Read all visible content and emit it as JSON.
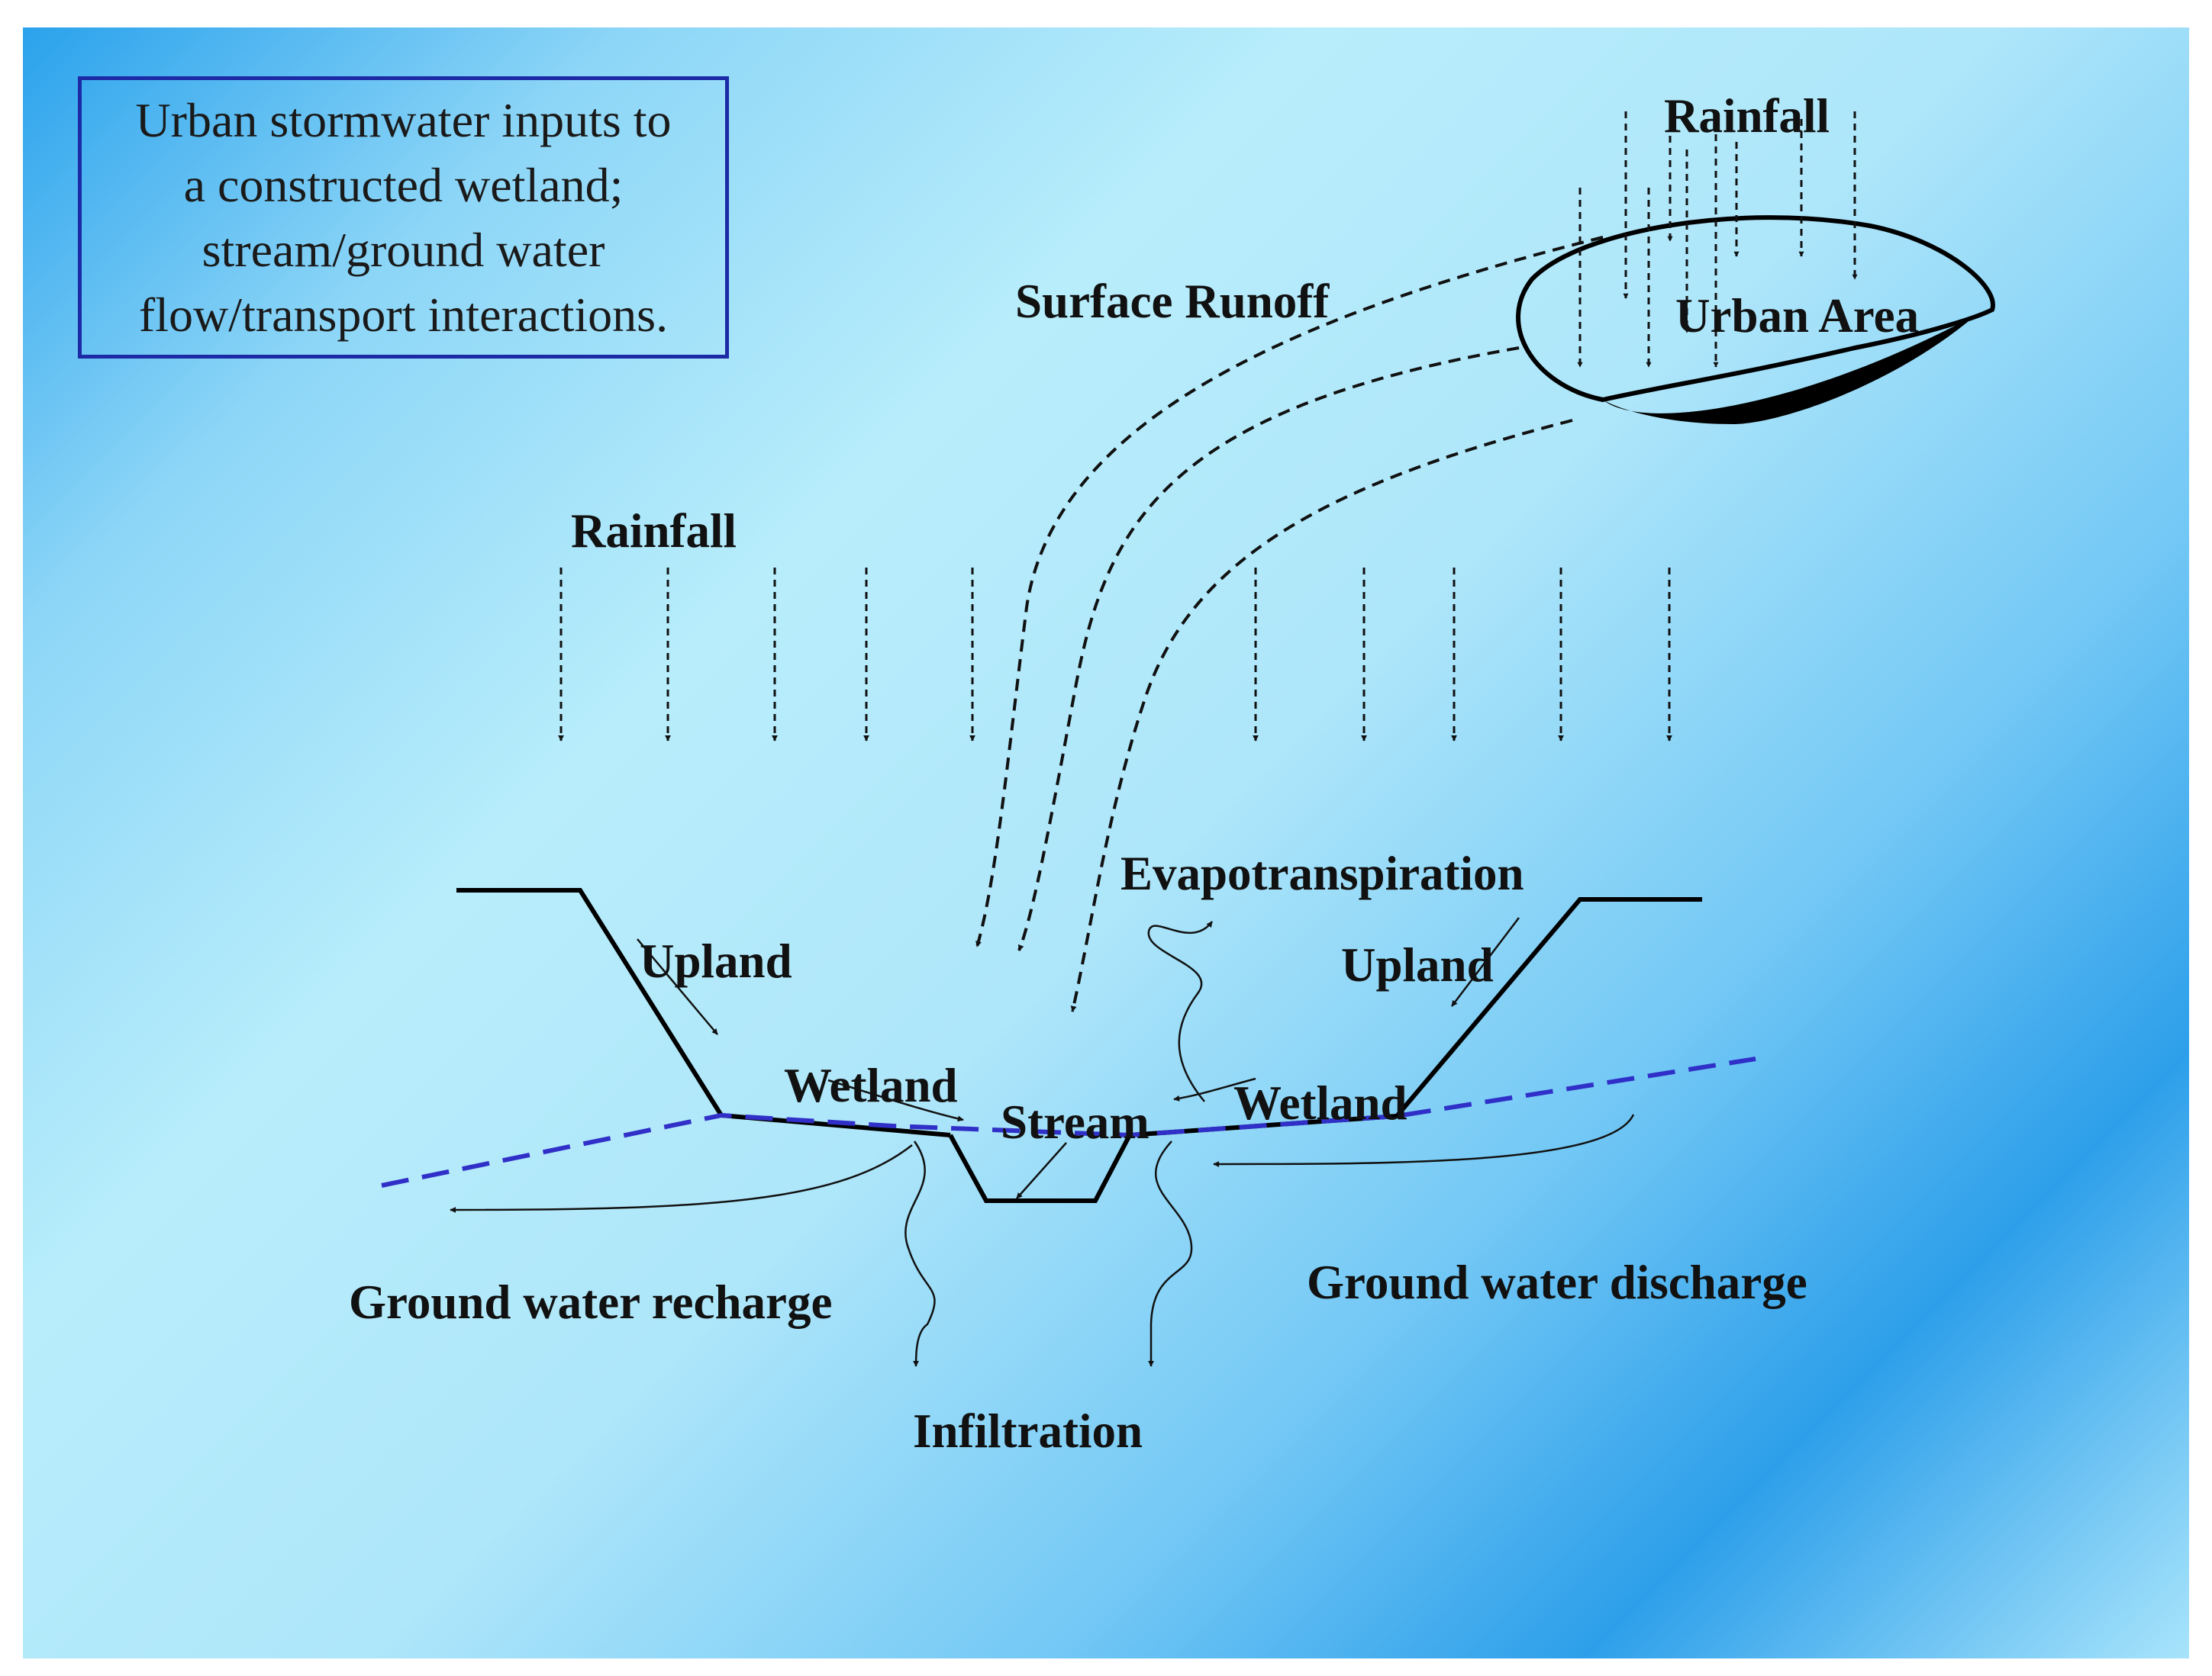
{
  "caption": "Urban stormwater inputs to\na constructed wetland;\nstream/ground water\nflow/transport interactions.",
  "labels": {
    "rainfall_top": "Rainfall",
    "urban_area": "Urban Area",
    "surface_runoff": "Surface Runoff",
    "rainfall_main": "Rainfall",
    "evapotranspiration": "Evapotranspiration",
    "upland_left": "Upland",
    "upland_right": "Upland",
    "wetland_left": "Wetland",
    "wetland_right": "Wetland",
    "stream": "Stream",
    "ground_water_recharge": "Ground water recharge",
    "ground_water_discharge": "Ground water discharge",
    "infiltration": "Infiltration"
  },
  "colors": {
    "caption_border": "#1c2aa6",
    "water_table": "#3030c8",
    "ink": "#111111"
  }
}
